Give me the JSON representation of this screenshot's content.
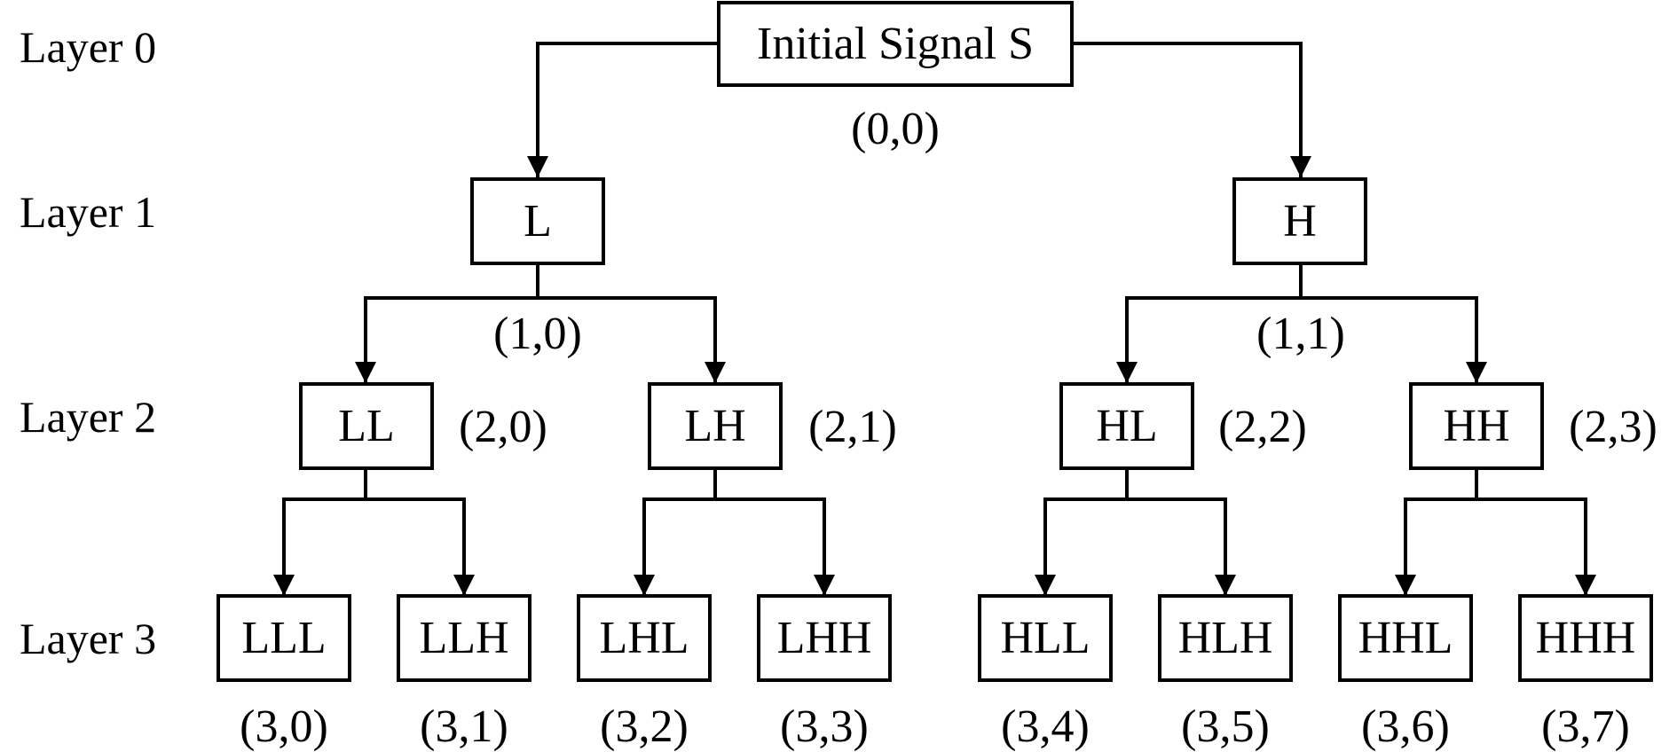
{
  "layers": [
    "Layer 0",
    "Layer 1",
    "Layer 2",
    "Layer 3"
  ],
  "nodes": {
    "root": {
      "label": "Initial Signal S",
      "coord": "(0,0)"
    },
    "l": {
      "label": "L",
      "coord": "(1,0)"
    },
    "h": {
      "label": "H",
      "coord": "(1,1)"
    },
    "ll": {
      "label": "LL",
      "coord": "(2,0)"
    },
    "lh": {
      "label": "LH",
      "coord": "(2,1)"
    },
    "hl": {
      "label": "HL",
      "coord": "(2,2)"
    },
    "hh": {
      "label": "HH",
      "coord": "(2,3)"
    },
    "lll": {
      "label": "LLL",
      "coord": "(3,0)"
    },
    "llh": {
      "label": "LLH",
      "coord": "(3,1)"
    },
    "lhl": {
      "label": "LHL",
      "coord": "(3,2)"
    },
    "lhh": {
      "label": "LHH",
      "coord": "(3,3)"
    },
    "hll": {
      "label": "HLL",
      "coord": "(3,4)"
    },
    "hlh": {
      "label": "HLH",
      "coord": "(3,5)"
    },
    "hhl": {
      "label": "HHL",
      "coord": "(3,6)"
    },
    "hhh": {
      "label": "HHH",
      "coord": "(3,7)"
    }
  }
}
